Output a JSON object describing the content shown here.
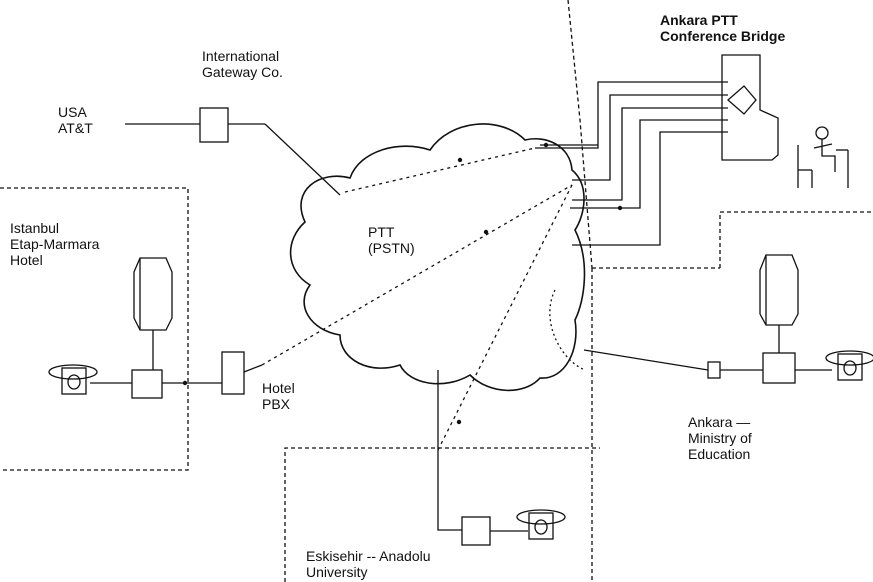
{
  "labels": {
    "usa": [
      "USA",
      "AT&T"
    ],
    "gateway": [
      "International",
      "Gateway Co."
    ],
    "ankara_ptt": [
      "Ankara PTT",
      "Conference Bridge"
    ],
    "istanbul": [
      "Istanbul",
      "Etap-Marmara",
      "Hotel"
    ],
    "ptt": [
      "PTT",
      "(PSTN)"
    ],
    "hotel_pbx": [
      "Hotel",
      "PBX"
    ],
    "ankara_ministry": [
      "Ankara —",
      "Ministry of",
      "Education"
    ],
    "eskisehir": [
      "Eskisehir -- Anadolu",
      "University"
    ]
  },
  "colors": {
    "ink": "#111111",
    "background": "#ffffff"
  }
}
